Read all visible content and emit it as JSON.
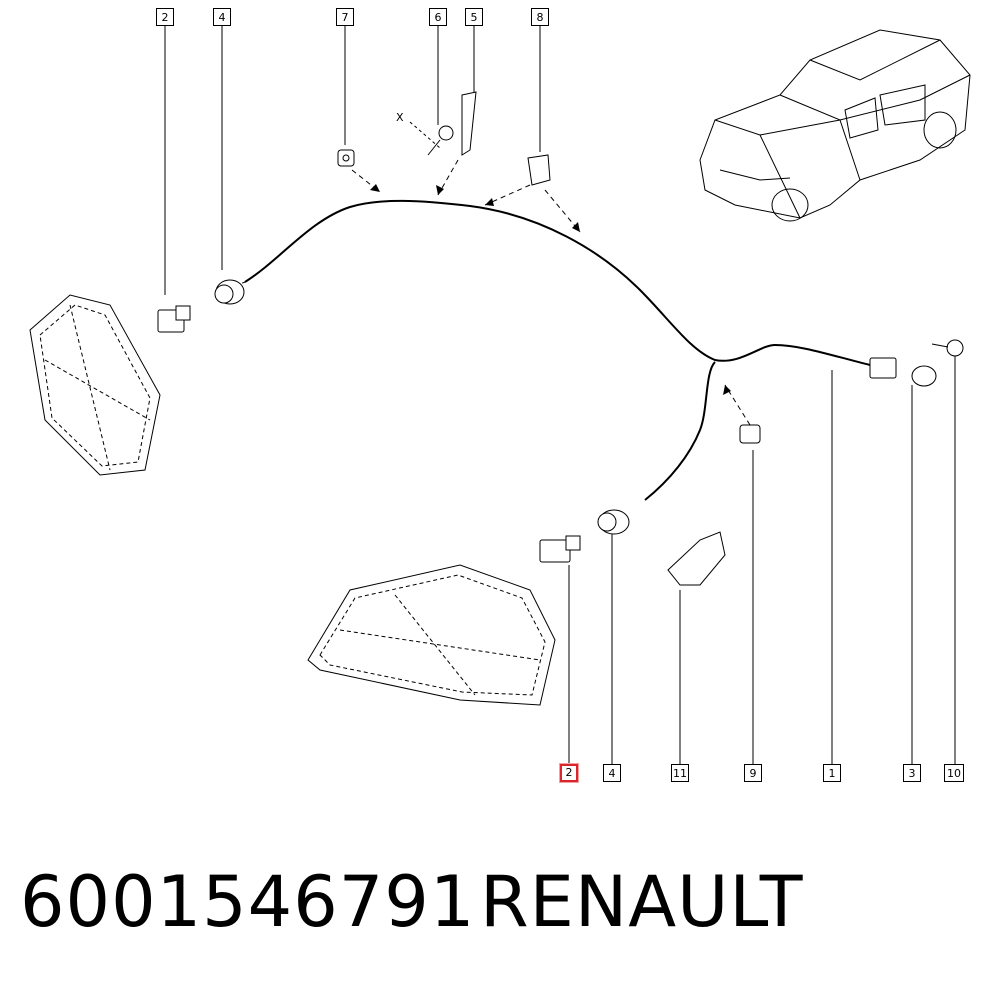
{
  "diagram": {
    "callouts": [
      "2",
      "4",
      "7",
      "6",
      "5",
      "8",
      "2",
      "4",
      "11",
      "9",
      "1",
      "3",
      "10"
    ],
    "highlighted_callout": "2",
    "x_label": "X",
    "highlight_color": "#d9262c"
  },
  "caption": {
    "part_number": "6001546791",
    "brand": "RENAULT"
  }
}
